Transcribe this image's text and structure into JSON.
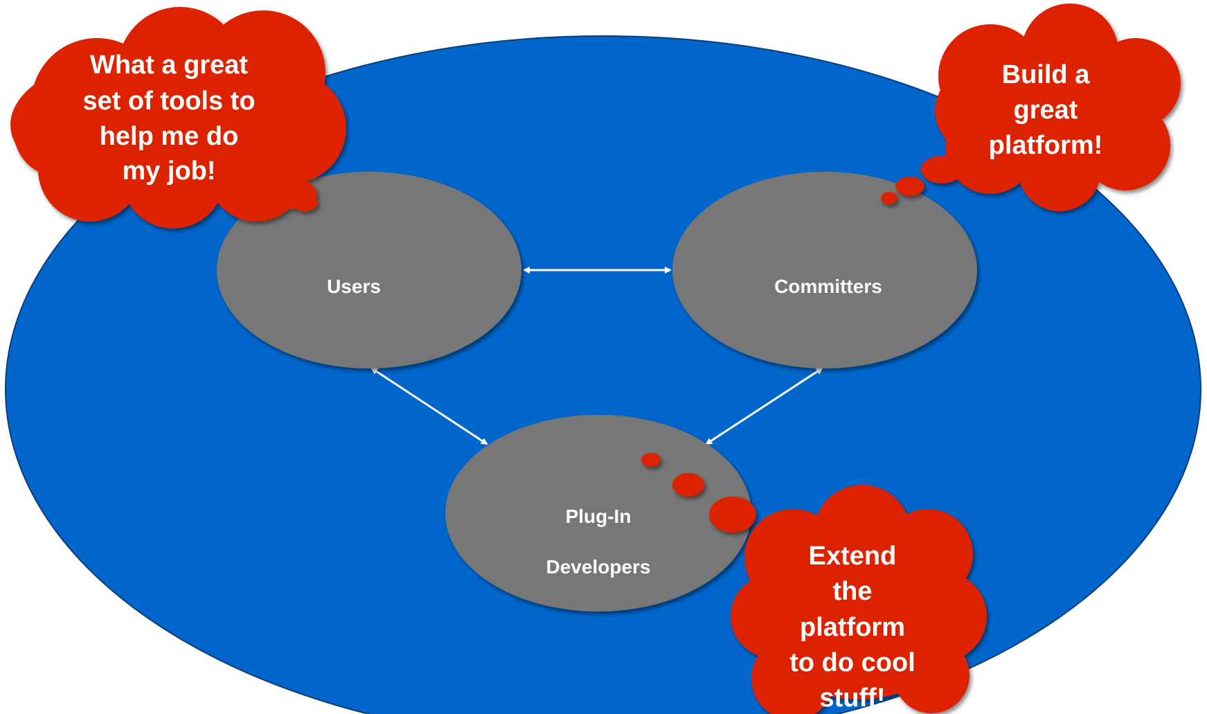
{
  "diagram": {
    "nodes": {
      "users": "Users",
      "committers": "Committers",
      "plugin_line1": "Plug-In",
      "plugin_line2": "Developers"
    },
    "bubbles": {
      "users": [
        "What a great",
        "set of tools to",
        "help me do",
        "my job!"
      ],
      "committers": [
        "Build a",
        "great",
        "platform!"
      ],
      "plugin": [
        "Extend",
        "the",
        "platform",
        "to do cool",
        "stuff!"
      ]
    },
    "colors": {
      "ecosystem_fill": "#0066CC",
      "node_fill": "#777777",
      "bubble_fill": "#DD2200",
      "arrow": "#FFFFFF"
    }
  }
}
